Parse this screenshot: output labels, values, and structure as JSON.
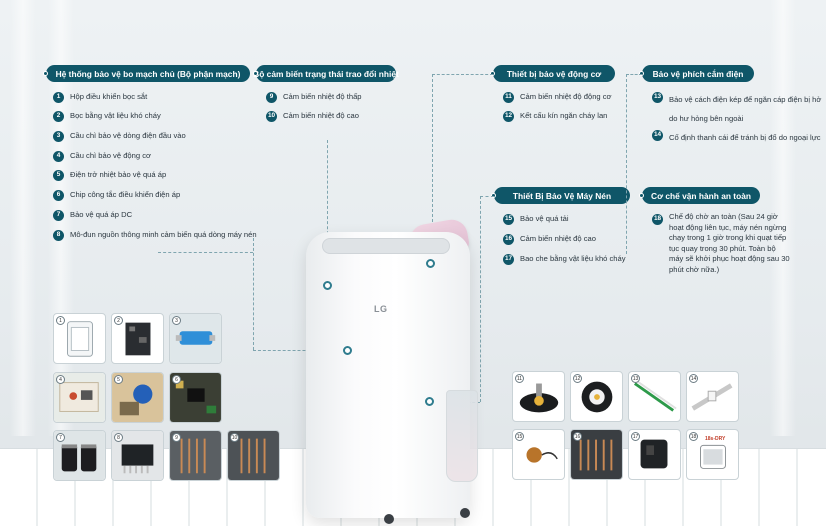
{
  "sections": {
    "main_board": {
      "title": "Hệ thống bảo vệ bo mạch chủ (Bộ phận mạch)",
      "items": [
        {
          "num": "1",
          "text": "Hộp điều khiển bọc sắt"
        },
        {
          "num": "2",
          "text": "Bọc bằng vật liệu khó cháy"
        },
        {
          "num": "3",
          "text": "Cầu chì bảo vệ dòng điện đầu vào"
        },
        {
          "num": "4",
          "text": "Cầu chì bảo vệ động cơ"
        },
        {
          "num": "5",
          "text": "Điện trở nhiệt bảo vệ quá áp"
        },
        {
          "num": "6",
          "text": "Chip công tắc điều khiển điện áp"
        },
        {
          "num": "7",
          "text": "Bảo vệ quá áp DC"
        },
        {
          "num": "8",
          "text": "Mô-đun nguồn thông minh cảm biến quá dòng máy nén"
        }
      ]
    },
    "temp_sensor": {
      "title": "Bộ cảm biến trạng thái trao đổi nhiệt",
      "items": [
        {
          "num": "9",
          "text": "Cảm biến nhiệt độ thấp"
        },
        {
          "num": "10",
          "text": "Cảm biến nhiệt độ cao"
        }
      ]
    },
    "motor": {
      "title": "Thiết bị bảo vệ động cơ",
      "items": [
        {
          "num": "11",
          "text": "Cảm biến nhiệt độ động cơ"
        },
        {
          "num": "12",
          "text": "Kết cấu kín ngăn cháy lan"
        }
      ]
    },
    "plug": {
      "title": "Bảo vệ phích cắm điện",
      "items": [
        {
          "num": "13",
          "text": "Bảo vệ cách điện kép để ngăn cáp điện bị hở do hư hỏng bên ngoài"
        },
        {
          "num": "14",
          "text": "Cố định thanh cái để tránh bị đổ do ngoại lực"
        }
      ]
    },
    "compressor": {
      "title": "Thiết Bị Bảo Vệ Máy Nén",
      "items": [
        {
          "num": "15",
          "text": "Bảo vệ quá tải"
        },
        {
          "num": "16",
          "text": "Cảm biến nhiệt độ cao"
        },
        {
          "num": "17",
          "text": "Bao che bằng vật liệu khó cháy"
        }
      ]
    },
    "safety": {
      "title": "Cơ chế vận hành an toàn",
      "items": [
        {
          "num": "18",
          "text": "Chế độ chờ an toàn (Sau 24 giờ hoạt động liên tục, máy nén ngừng chạy trong 1 giờ trong khi quạt tiếp tục quay trong 30 phút. Toàn bộ máy sẽ khởi phục hoạt động sau 30 phút chờ nữa.)"
        }
      ]
    }
  },
  "product": {
    "logo": "LG"
  },
  "thumbnails_left": [
    "1",
    "2",
    "3",
    "4",
    "5",
    "6",
    "7",
    "8",
    "9",
    "10"
  ],
  "thumbnails_right": [
    "11",
    "12",
    "13",
    "14",
    "15",
    "16",
    "17",
    "18"
  ],
  "thumb_18_badge": "18s-DRY",
  "colors": {
    "accent": "#0f5668",
    "connector": "#7fa5af",
    "hotspot": "#2f7c8e"
  }
}
